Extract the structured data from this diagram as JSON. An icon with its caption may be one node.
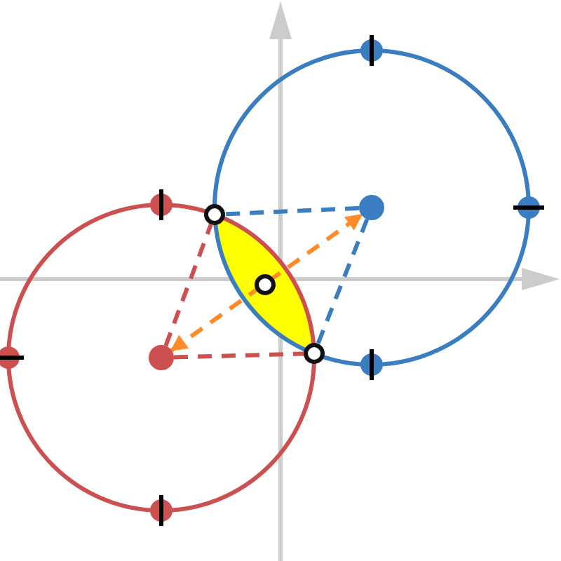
{
  "diagram": {
    "nodes": [
      {
        "text": [],
        "shape": "circle"
      },
      {
        "text": [],
        "shape": "circle"
      },
      {
        "text": [],
        "shape": "circle"
      },
      {
        "text": [],
        "shape": "circle"
      },
      {
        "text": [],
        "shape": "circle"
      },
      {
        "text": [],
        "shape": "circle"
      },
      {
        "text": [],
        "shape": "circle"
      },
      {
        "text": [],
        "shape": "circle"
      },
      {
        "text": [],
        "shape": "circle"
      },
      {
        "text": [],
        "shape": "circle"
      },
      {
        "text": [],
        "shape": "circle"
      }
    ],
    "edges": [
      {
        "from": 2,
        "to": 4,
        "arrow": "none",
        "style": "dashed",
        "color": "#cc5050"
      },
      {
        "from": 2,
        "to": 6,
        "arrow": "none",
        "style": "dashed",
        "color": "#cc5050"
      },
      {
        "from": 8,
        "to": 4,
        "arrow": "none",
        "style": "dashed",
        "color": "#3a7dc0"
      },
      {
        "from": 8,
        "to": 6,
        "arrow": "none",
        "style": "dashed",
        "color": "#3a7dc0"
      },
      {
        "from": 2,
        "to": 8,
        "arrow": "both",
        "style": "dashed",
        "color": "#ff8c28"
      }
    ]
  }
}
